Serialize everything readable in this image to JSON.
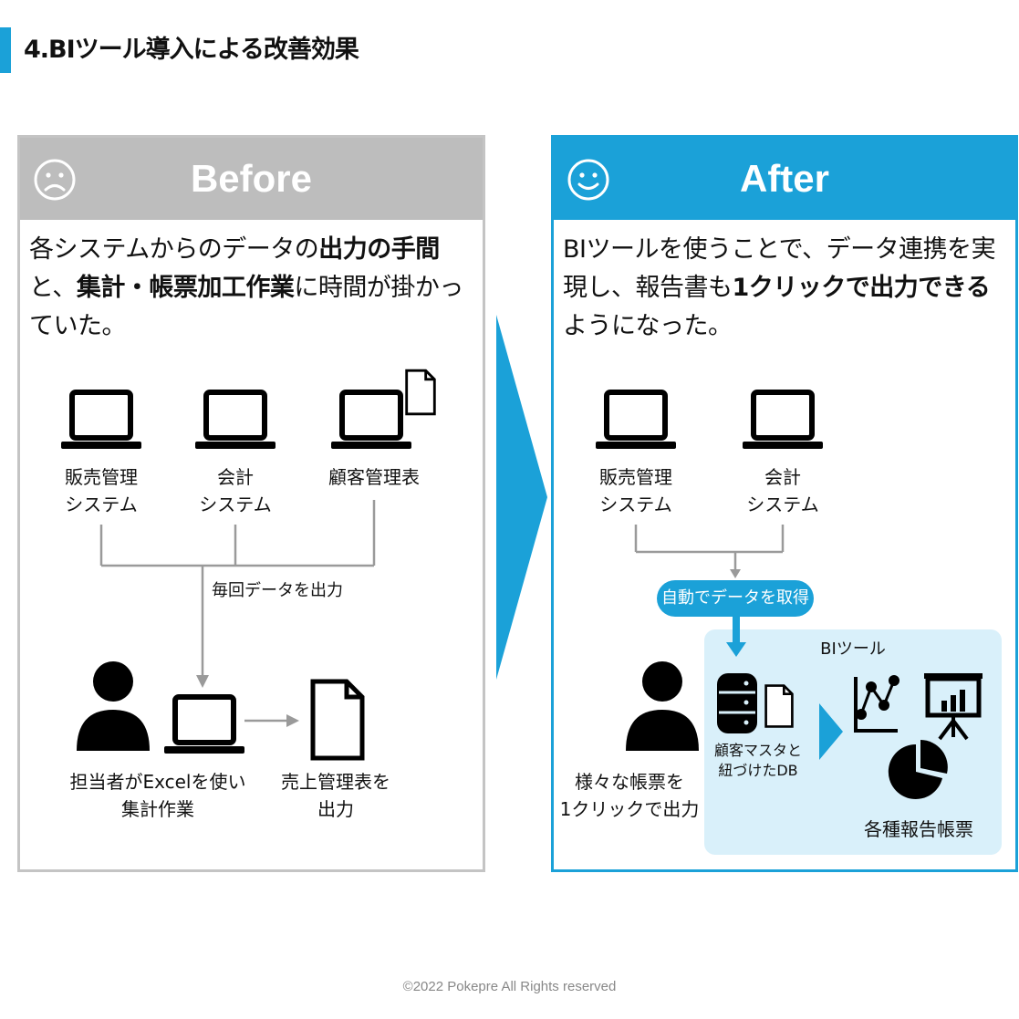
{
  "title": "4.BIツール導入による改善効果",
  "before": {
    "header": "Before",
    "description_parts": [
      {
        "text": "各システムからのデータの",
        "bold": false
      },
      {
        "text": "出力の手間",
        "bold": true
      },
      {
        "text": "と、",
        "bold": false
      },
      {
        "text": "集計・帳票加工作業",
        "bold": true
      },
      {
        "text": "に時間が掛かっていた。",
        "bold": false
      }
    ],
    "sources": [
      {
        "line1": "販売管理",
        "line2": "システム"
      },
      {
        "line1": "会計",
        "line2": "システム"
      },
      {
        "line1": "顧客管理表",
        "line2": ""
      }
    ],
    "flow_label": "毎回データを出力",
    "worker_line1": "担当者がExcelを使い",
    "worker_line2": "集計作業",
    "output_line1": "売上管理表を",
    "output_line2": "出力"
  },
  "after": {
    "header": "After",
    "description_parts": [
      {
        "text": "BIツールを使うことで、データ連携を実現し、報告書も",
        "bold": false
      },
      {
        "text": "1クリックで出力できる",
        "bold": true
      },
      {
        "text": "ようになった。",
        "bold": false
      }
    ],
    "sources": [
      {
        "line1": "販売管理",
        "line2": "システム"
      },
      {
        "line1": "会計",
        "line2": "システム"
      }
    ],
    "pill_label": "自動でデータを取得",
    "bi_tool_label": "BIツール",
    "db_line1": "顧客マスタと",
    "db_line2": "紐づけたDB",
    "user_line1": "様々な帳票を",
    "user_line2": "1クリックで出力",
    "reports_label": "各種報告帳票"
  },
  "copyright": "©2022 Pokepre All Rights reserved",
  "colors": {
    "accent": "#1ba1d8",
    "before_gray": "#bdbdbd",
    "line_gray": "#9a9a9a",
    "bi_box": "#d9f0fa"
  }
}
